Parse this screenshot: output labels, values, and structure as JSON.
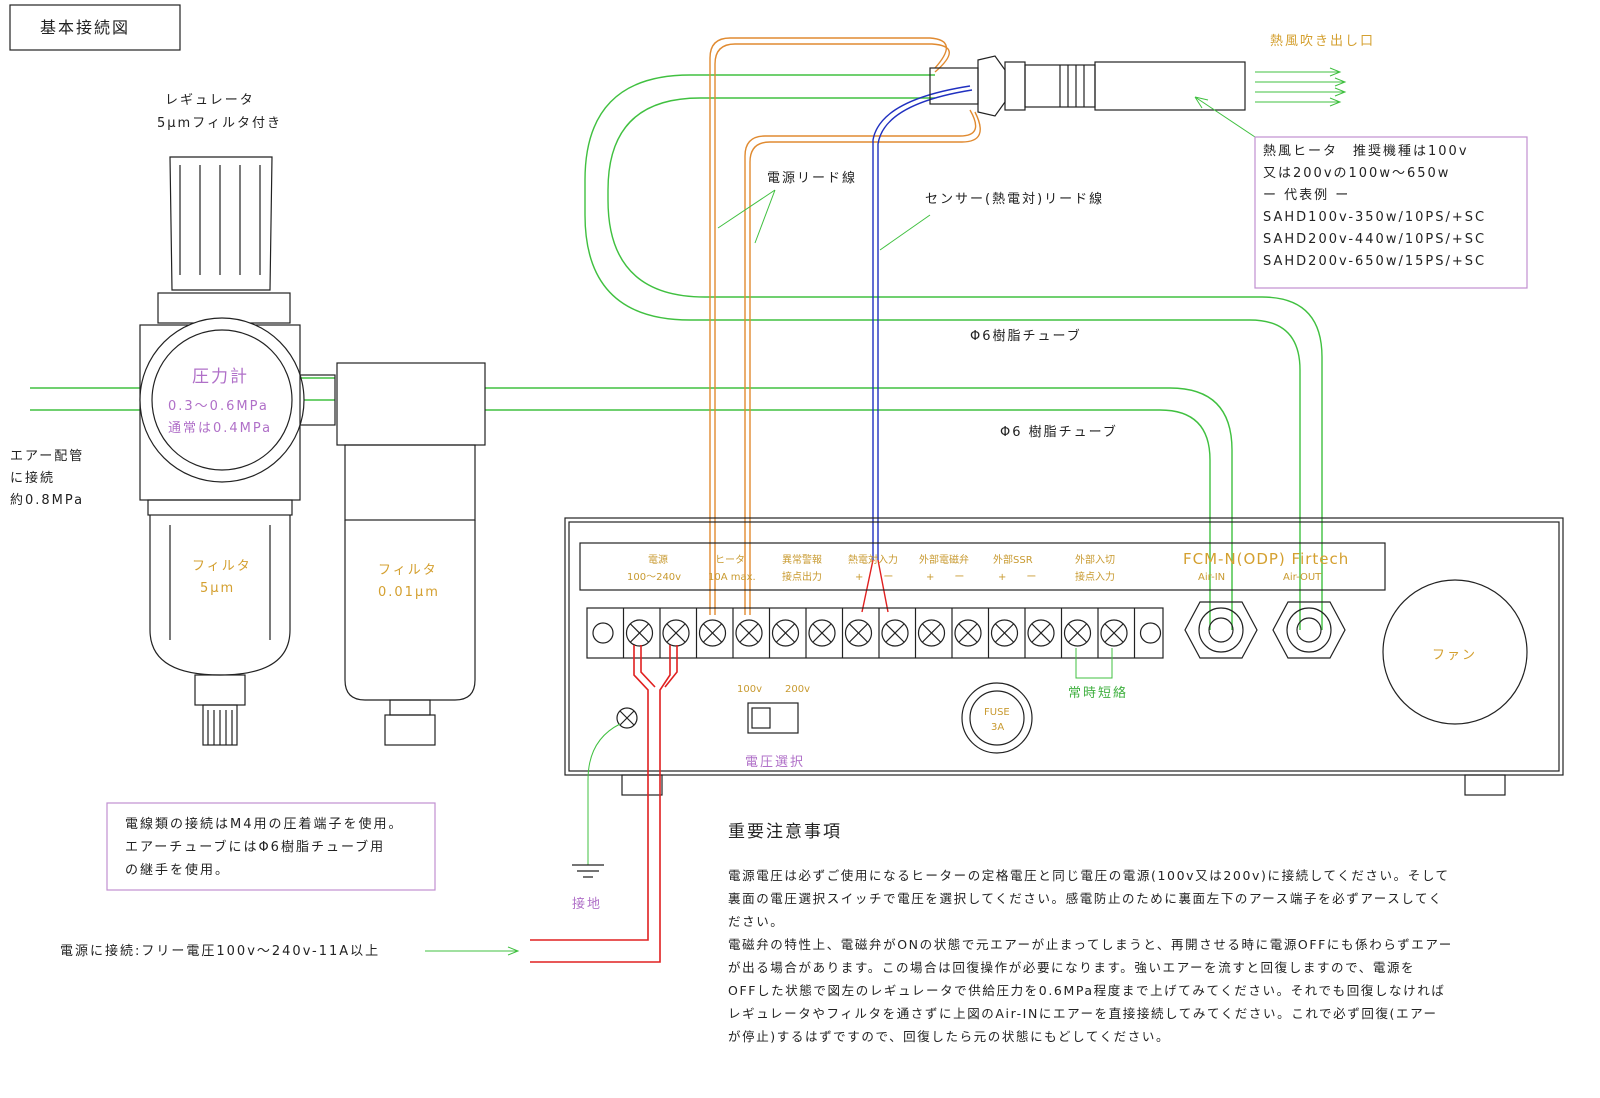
{
  "title": "基本接続図",
  "regulator": {
    "label1": "レギュレータ",
    "label2": "5μmフィルタ付き",
    "gauge_title": "圧力計",
    "gauge_range": "0.3〜0.6MPa",
    "gauge_normal": "通常は0.4MPa",
    "filter_label": "フィルタ",
    "filter_size": "5μm"
  },
  "filter": {
    "label": "フィルタ",
    "size": "0.01μm"
  },
  "air_inlet": {
    "line1": "エアー配管",
    "line2": "に接続",
    "line3": "約0.8MPa"
  },
  "heater": {
    "outlet_label": "熱風吹き出し口",
    "info": [
      "熱風ヒータ　推奨機種は100v",
      "又は200vの100w〜650w",
      "ー 代表例 ー",
      "SAHD100v-350w/10PS/+SC",
      "SAHD200v-440w/10PS/+SC",
      "SAHD200v-650w/15PS/+SC"
    ]
  },
  "labels": {
    "power_lead": "電源リード線",
    "sensor_lead": "センサー(熱電対)リード線",
    "tube1": "Φ6樹脂チューブ",
    "tube2": "Φ6 樹脂チューブ",
    "shorted": "常時短絡",
    "voltage_select": "電圧選択",
    "ground": "接地",
    "power_connect": "電源に接続:フリー電圧100v〜240v-11A以上"
  },
  "controller": {
    "brand": "FCM-N(ODP) Firtech",
    "terminal_groups": [
      {
        "top": "電源",
        "bottom": "100〜240v"
      },
      {
        "top": "ヒータ",
        "bottom": "10A max."
      },
      {
        "top": "異常警報",
        "bottom": "接点出力"
      },
      {
        "top": "熱電対入力",
        "bottom": "+　　ー"
      },
      {
        "top": "外部電磁弁",
        "bottom": "+　　ー"
      },
      {
        "top": "外部SSR",
        "bottom": "+　　ー"
      },
      {
        "top": "外部入切",
        "bottom": "接点入力"
      }
    ],
    "air_in": "Air-IN",
    "air_out": "Air-OUT",
    "switch_100": "100v",
    "switch_200": "200v",
    "fuse": "FUSE",
    "fuse_rating": "3A",
    "fan": "ファン"
  },
  "notes_box": [
    "電線類の接続はM4用の圧着端子を使用。",
    "エアーチューブにはΦ6樹脂チューブ用",
    "の継手を使用。"
  ],
  "important": {
    "heading": "重要注意事項",
    "lines": [
      "電源電圧は必ずご使用になるヒーターの定格電圧と同じ電圧の電源(100v又は200v)に接続してください。そして",
      "裏面の電圧選択スイッチで電圧を選択してください。感電防止のために裏面左下のアース端子を必ずアースしてく",
      "ださい。",
      "電磁弁の特性上、電磁弁がONの状態で元エアーが止まってしまうと、再開させる時に電源OFFにも係わらずエアー",
      "が出る場合があります。この場合は回復操作が必要になります。強いエアーを流すと回復しますので、電源を",
      "OFFした状態で図左のレギュレータで供給圧力を0.6MPa程度まで上げてみてください。それでも回復しなければ",
      "レギュレータやフィルタを通さずに上図のAir-INにエアーを直接接続してみてください。これで必ず回復(エアー",
      "が停止)するはずですので、回復したら元の状態にもどしてください。"
    ]
  },
  "colors": {
    "air_tube": "#40c040",
    "heater_wire": "#e08a30",
    "sensor_wire": "#2030c0",
    "power_wire": "#e02020",
    "label_purple": "#b070c8",
    "label_gold": "#d4a030"
  }
}
